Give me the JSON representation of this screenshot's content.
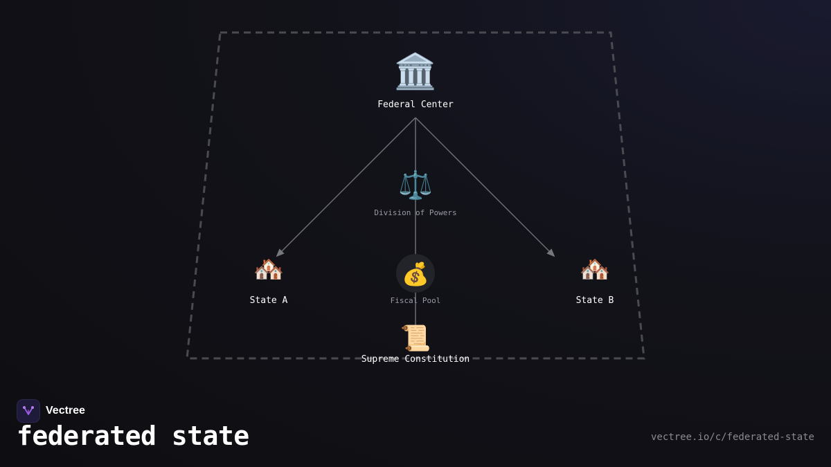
{
  "brand": {
    "name": "Vectree",
    "logo_icon": "vectree-logo-icon",
    "logo_color": "#9b5de5"
  },
  "page": {
    "title": "federated state",
    "url": "vectree.io/c/federated-state"
  },
  "diagram": {
    "nodes": {
      "federal_center": {
        "icon": "🏛️",
        "icon_name": "classical-building-icon",
        "label": "Federal Center"
      },
      "division_of_powers": {
        "icon": "⚖️",
        "icon_name": "balance-scale-icon",
        "label": "Division of Powers"
      },
      "state_a": {
        "icon": "🏘️",
        "icon_name": "houses-icon",
        "label": "State A"
      },
      "fiscal_pool": {
        "icon": "💰",
        "icon_name": "money-bag-icon",
        "label": "Fiscal Pool"
      },
      "state_b": {
        "icon": "🏘️",
        "icon_name": "houses-icon",
        "label": "State B"
      },
      "supreme_constitution": {
        "icon": "📜",
        "icon_name": "scroll-icon",
        "label": "Supreme Constitution"
      }
    },
    "edges": [
      {
        "from": "federal_center",
        "to": "state_a",
        "arrow": true
      },
      {
        "from": "federal_center",
        "to": "state_b",
        "arrow": true
      },
      {
        "from": "federal_center",
        "to": "supreme_constitution",
        "arrow": true
      }
    ],
    "colors": {
      "edge": "#6e6e76",
      "boundary": "#4a4a50",
      "pool_circle": "#23232a"
    }
  }
}
